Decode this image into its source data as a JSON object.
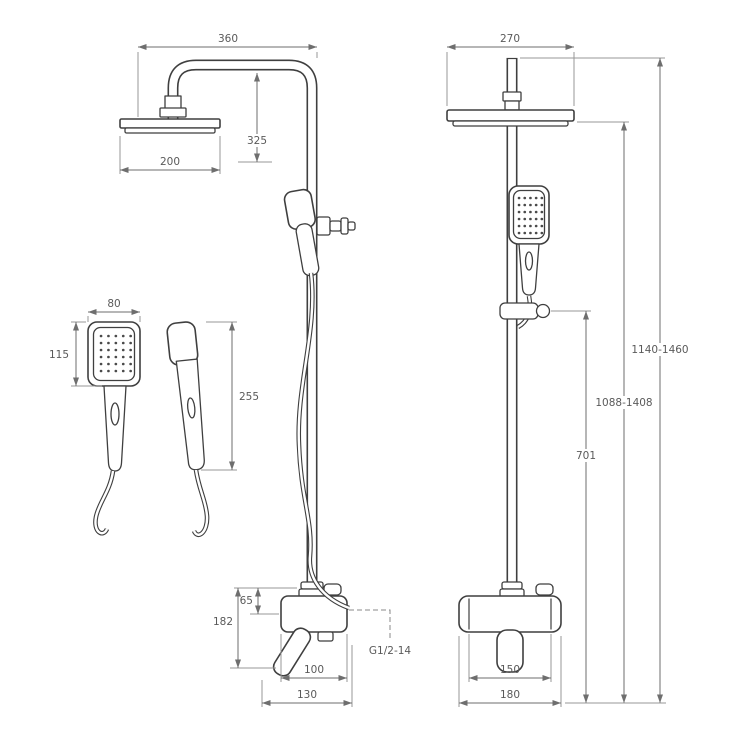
{
  "left_view": {
    "arm_reach": "360",
    "arm_drop": "325",
    "head_width": "200",
    "handshower_width": "80",
    "handshower_head_height": "115",
    "handshower_length": "255",
    "outlet_offset": "65",
    "mixer_height": "182",
    "mixer_body_width": "100",
    "mixer_overall_width": "130",
    "thread_spec": "G1/2-14"
  },
  "right_view": {
    "head_width": "270",
    "overall_height": "1140-1460",
    "column_height": "1088-1408",
    "bracket_height": "701",
    "mixer_inner_width": "150",
    "mixer_overall_width": "180"
  }
}
